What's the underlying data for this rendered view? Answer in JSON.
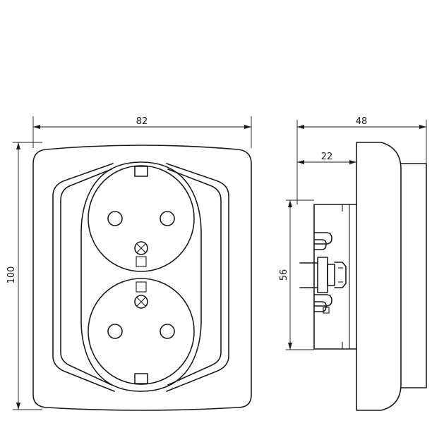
{
  "dimensions": {
    "front_width": "82",
    "front_height": "100",
    "side_depth_total": "48",
    "side_depth_frame": "22",
    "side_module_height": "56"
  }
}
